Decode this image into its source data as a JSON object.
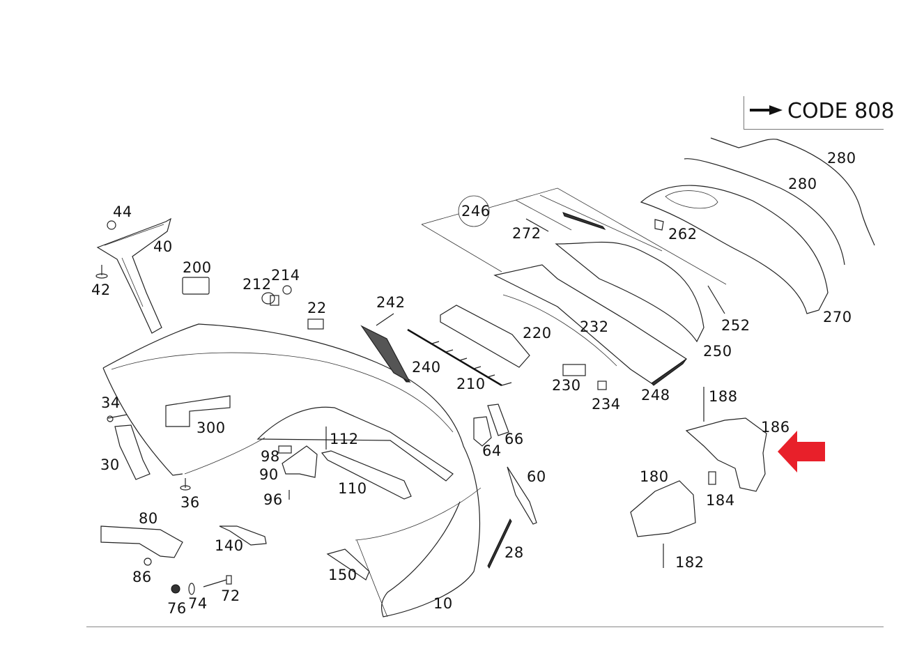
{
  "legend": {
    "arrow_icon": "right-arrow-icon",
    "code_label": "CODE 808"
  },
  "highlight": {
    "icon": "red-left-arrow-icon",
    "color": "#e8202a",
    "points_to_part": "186"
  },
  "labels": {
    "p10": "10",
    "p22": "22",
    "p28": "28",
    "p30": "30",
    "p34": "34",
    "p36": "36",
    "p40": "40",
    "p42": "42",
    "p44": "44",
    "p60": "60",
    "p64": "64",
    "p66": "66",
    "p72": "72",
    "p74": "74",
    "p76": "76",
    "p80": "80",
    "p86": "86",
    "p90": "90",
    "p96": "96",
    "p98": "98",
    "p110": "110",
    "p112": "112",
    "p140": "140",
    "p150": "150",
    "p180": "180",
    "p182": "182",
    "p184": "184",
    "p186": "186",
    "p188": "188",
    "p200": "200",
    "p210": "210",
    "p212": "212",
    "p214": "214",
    "p220": "220",
    "p230": "230",
    "p232": "232",
    "p234": "234",
    "p240": "240",
    "p242": "242",
    "p246": "246",
    "p248": "248",
    "p250": "250",
    "p252": "252",
    "p262": "262",
    "p270": "270",
    "p272": "272",
    "p280a": "280",
    "p280b": "280",
    "p300": "300"
  }
}
